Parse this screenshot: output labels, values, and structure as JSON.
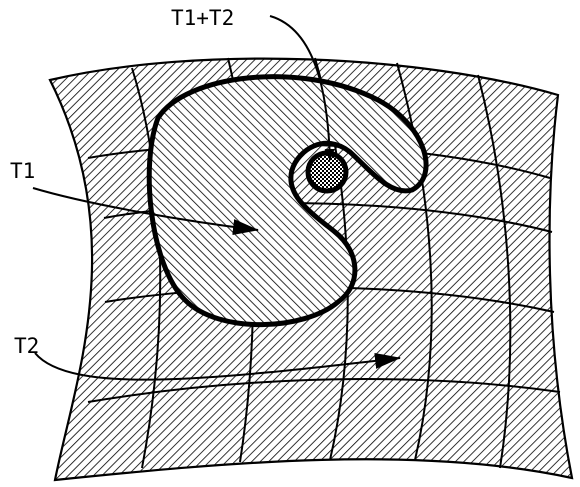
{
  "labels": {
    "combined": "T1+T2",
    "t1": "T1",
    "t2": "T2"
  },
  "colors": {
    "ink": "#000000",
    "paper": "#ffffff"
  }
}
